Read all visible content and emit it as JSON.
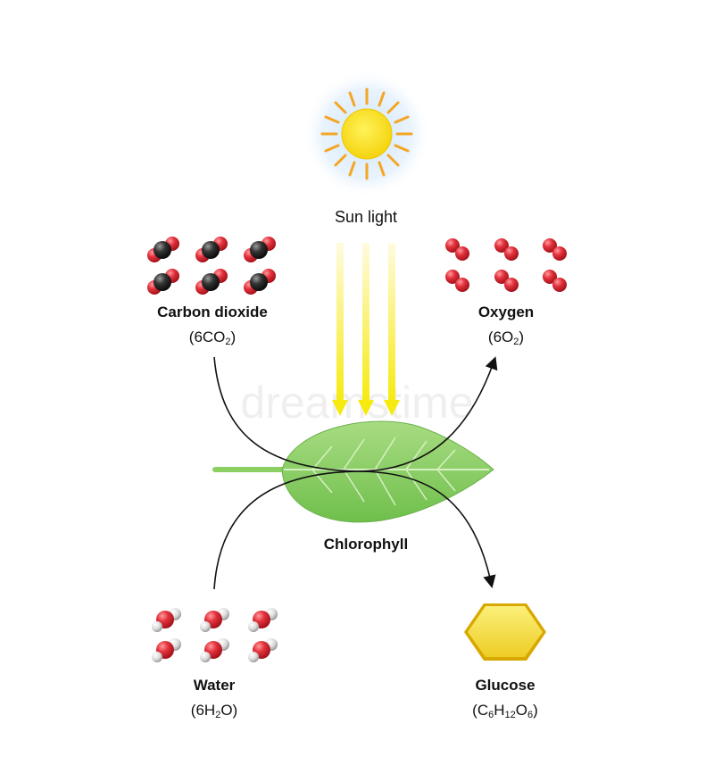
{
  "sun_label": "Sun light",
  "co2": {
    "name": "Carbon dioxide",
    "formula_pre": "(6CO",
    "formula_sub": "2",
    "formula_post": ")"
  },
  "o2": {
    "name": "Oxygen",
    "formula_pre": "(6O",
    "formula_sub": "2",
    "formula_post": ")"
  },
  "leaf_label": "Chlorophyll",
  "water": {
    "name": "Water",
    "f1": "(6H",
    "s1": "2",
    "f2": "O)"
  },
  "glucose": {
    "name": "Glucose",
    "f1": "(C",
    "s1": "6",
    "f2": "H",
    "s2": "12",
    "f3": "O",
    "s3": "6",
    "f4": ")"
  },
  "watermark": "dreamstime",
  "colors": {
    "carbon": "#2b2b2b",
    "oxygen": "#e0303a",
    "hydrogen": "#e6e6e6",
    "sun": "#f5dc15",
    "ray": "#f4a623",
    "light_beam": "#f6ee1c",
    "leaf": "#8bcf62",
    "glucose": "#f2d93a"
  }
}
